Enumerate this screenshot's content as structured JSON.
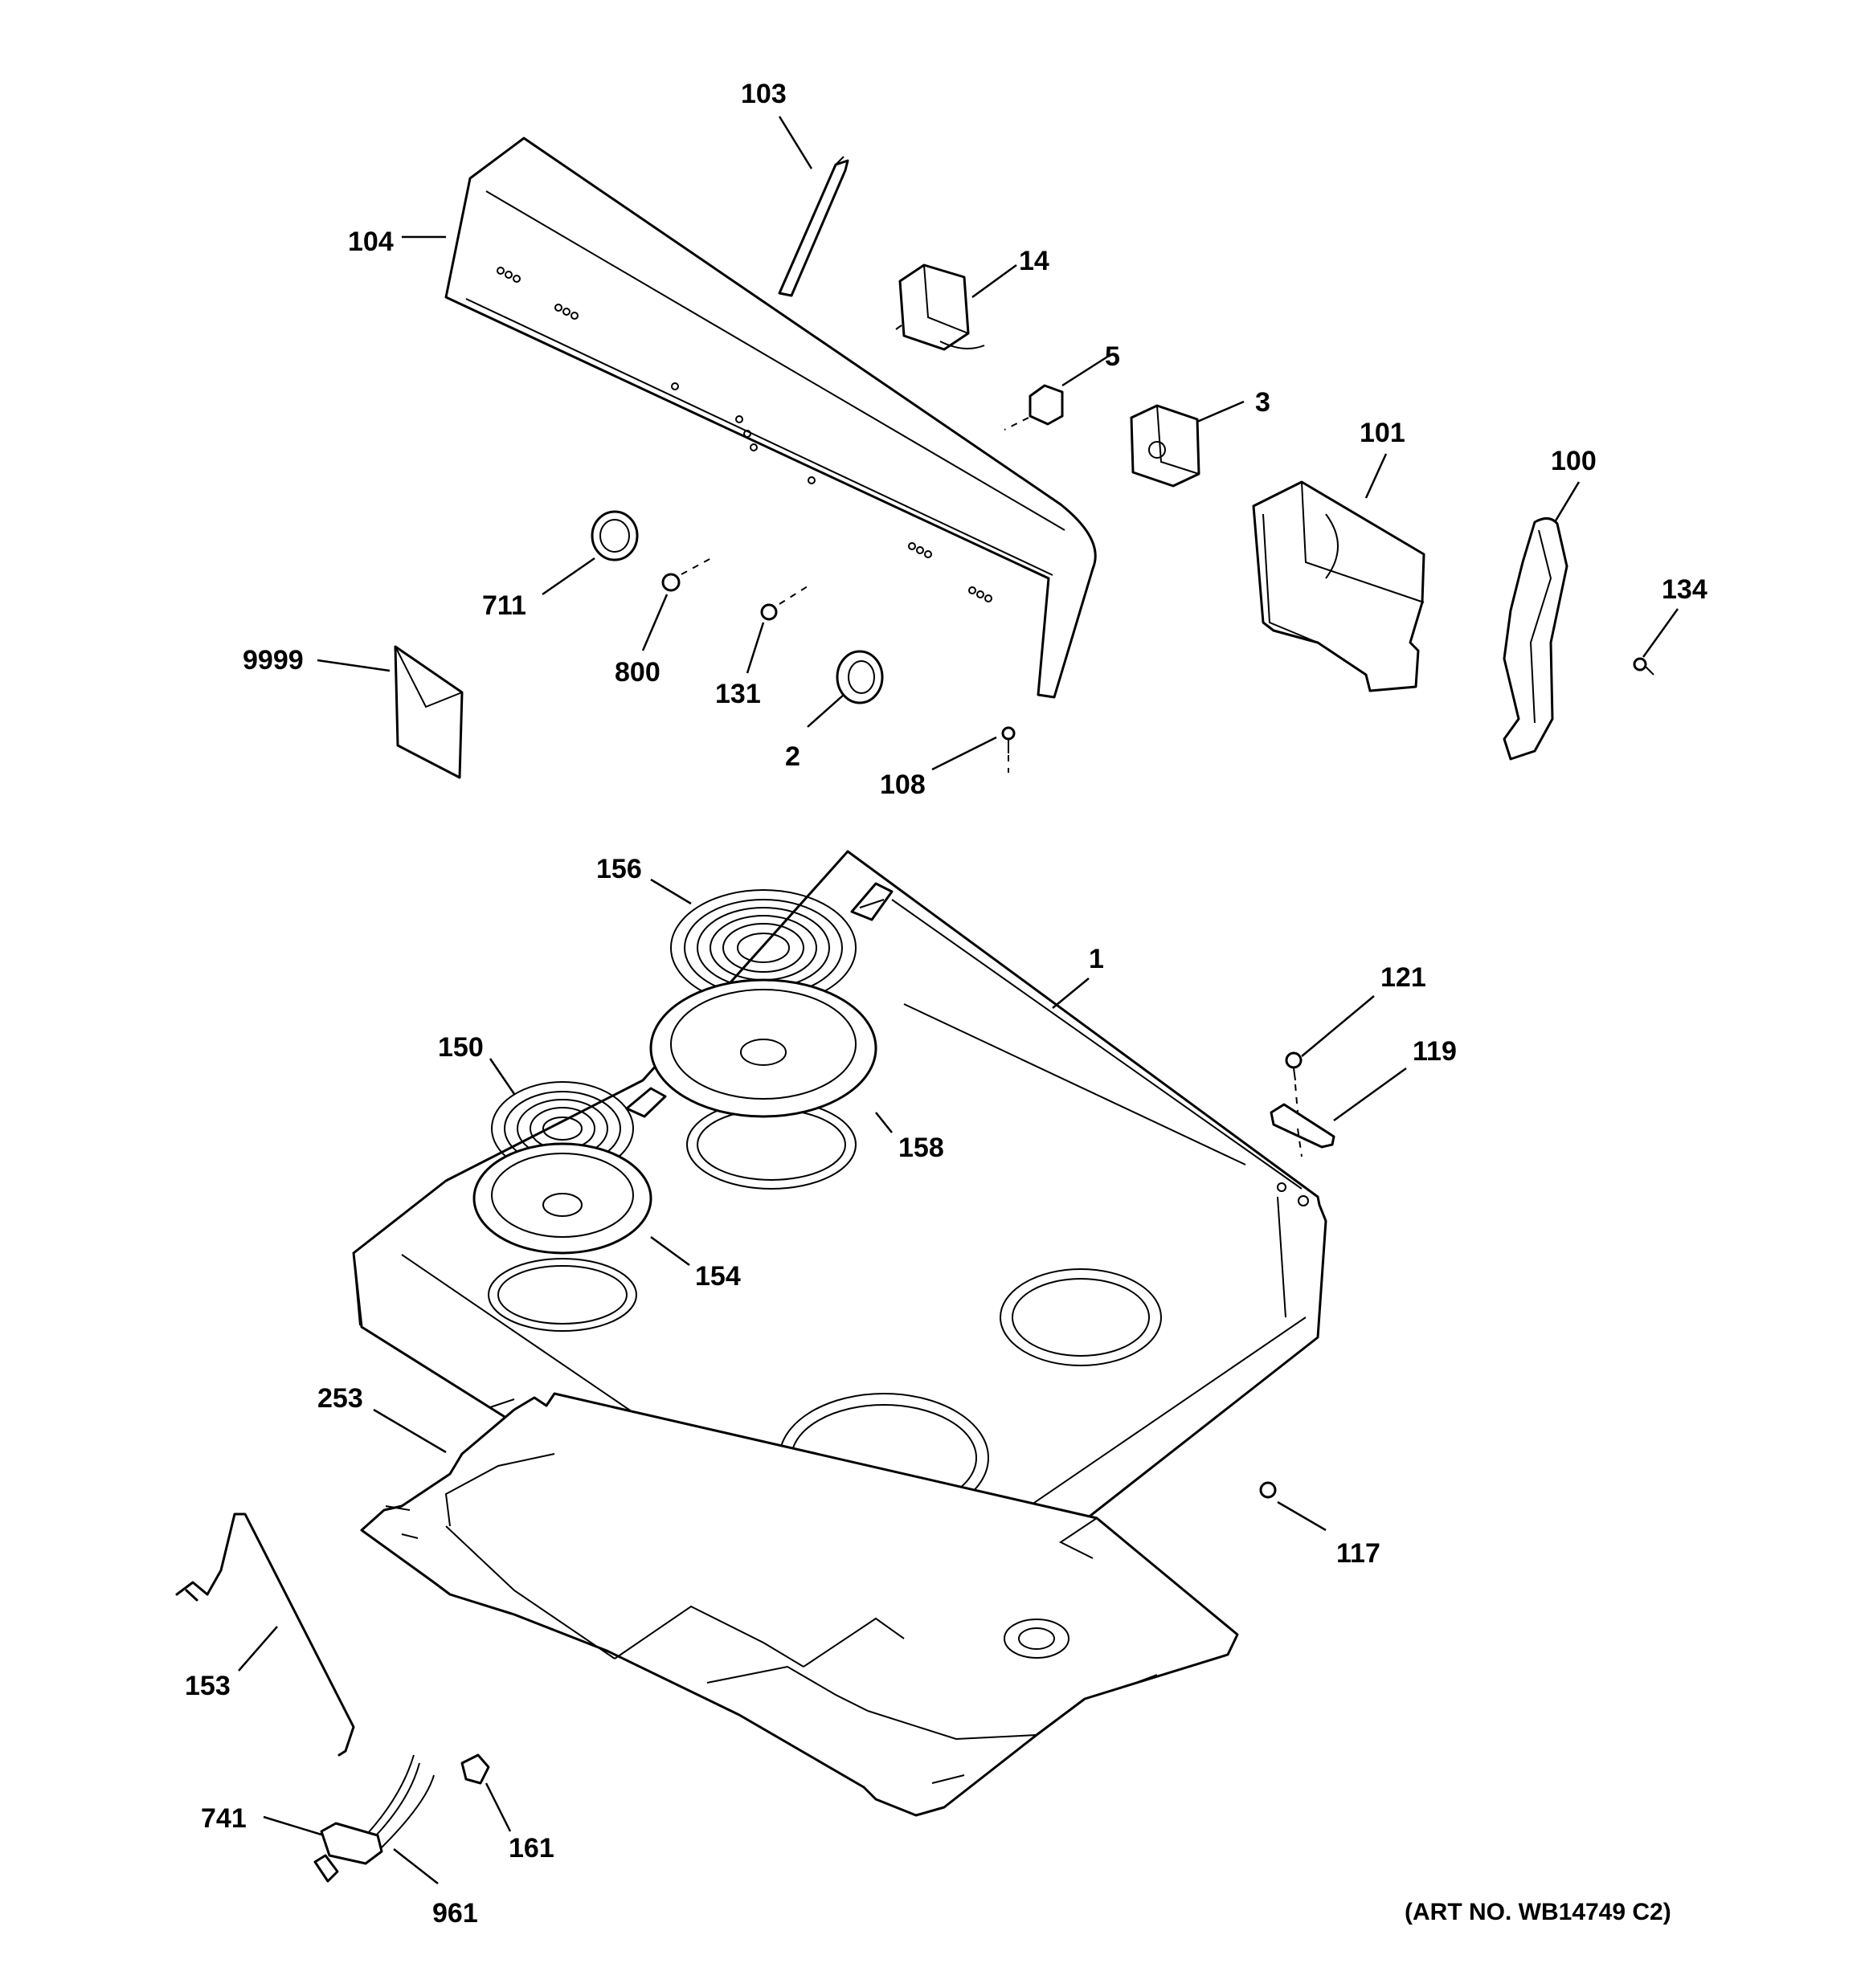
{
  "callouts": [
    "103",
    "104",
    "14",
    "5",
    "3",
    "101",
    "100",
    "134",
    "711",
    "800",
    "131",
    "2",
    "108",
    "9999",
    "156",
    "1",
    "121",
    "119",
    "150",
    "158",
    "154",
    "253",
    "117",
    "153",
    "741",
    "161",
    "961"
  ],
  "art_number": "(ART NO. WB14749 C2)"
}
